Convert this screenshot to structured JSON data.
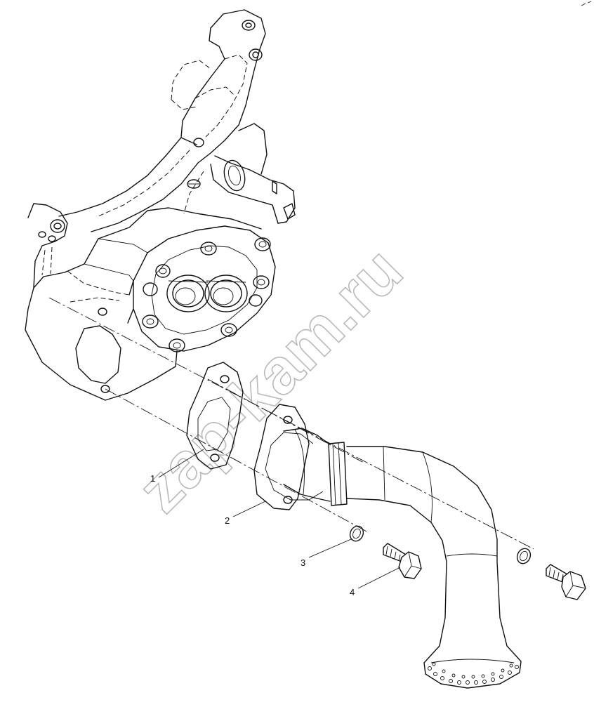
{
  "callouts": [
    {
      "label": "1",
      "part": "gasket"
    },
    {
      "label": "2",
      "part": "elbow-pipe"
    },
    {
      "label": "3",
      "part": "washer"
    },
    {
      "label": "4",
      "part": "bolt"
    }
  ],
  "watermark": "zap-kam.ru",
  "colors": {
    "line": "#111111",
    "watermark": "#b9b9b9",
    "background": "#ffffff"
  }
}
